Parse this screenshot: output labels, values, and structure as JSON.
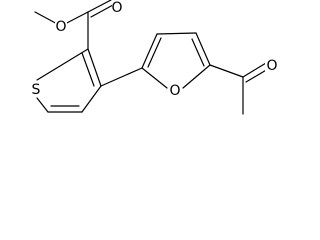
{
  "molecule": {
    "atom_labels": {
      "ester_carbonyl_oxygen": "O",
      "ester_ether_oxygen": "O",
      "thiophene_sulfur": "S",
      "furan_oxygen": "O",
      "acetyl_oxygen": "O"
    },
    "colors": {
      "bond": "#000000",
      "label": "#000000",
      "background": "#ffffff"
    }
  }
}
